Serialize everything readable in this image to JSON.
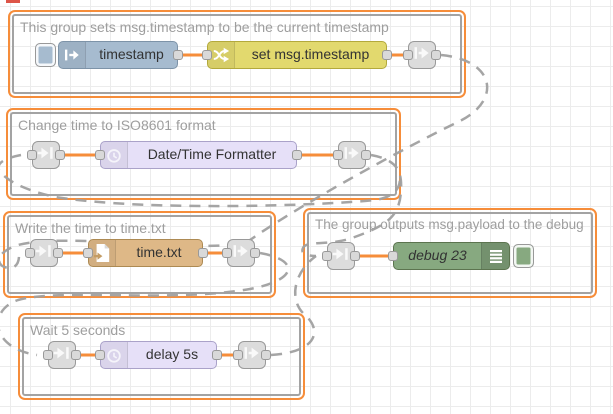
{
  "app": "node-red-flow-editor",
  "groups": [
    {
      "label": "This group sets msg.timestamp to be the current timestamp"
    },
    {
      "label": "Change time to ISO8601 format"
    },
    {
      "label": "Write the time to time.txt"
    },
    {
      "label": "The group outputs msg.payload to the debug"
    },
    {
      "label": "Wait 5 seconds"
    }
  ],
  "nodes": {
    "inject": {
      "label": "timestamp",
      "color": "#a6bbcf",
      "icon": "inject-arrow-icon"
    },
    "change": {
      "label": "set msg.timestamp",
      "color": "#e2d96e",
      "icon": "shuffle-icon"
    },
    "datetime": {
      "label": "Date/Time Formatter",
      "color": "#e6e0f8",
      "icon": "timer-icon"
    },
    "file": {
      "label": "time.txt",
      "color": "#deb887",
      "icon": "file-out-icon"
    },
    "debug": {
      "label": "debug 23",
      "color": "#87a980",
      "icon": "debug-list-icon"
    },
    "delay": {
      "label": "delay 5s",
      "color": "#e6e0f8",
      "icon": "timer-icon"
    }
  },
  "colors": {
    "selection_orange": "#f68d3a",
    "wire_orange": "#f68d3a",
    "link_wire_gray": "#a0a0a0",
    "group_border_gray": "#a3a3a3",
    "group_label_gray": "#9e9e9e",
    "port_fill": "#d9d9d9",
    "link_node_gray": "#dcdcdc",
    "edge_marker_red": "#dd5548",
    "canvas_grid": "#ececec"
  }
}
